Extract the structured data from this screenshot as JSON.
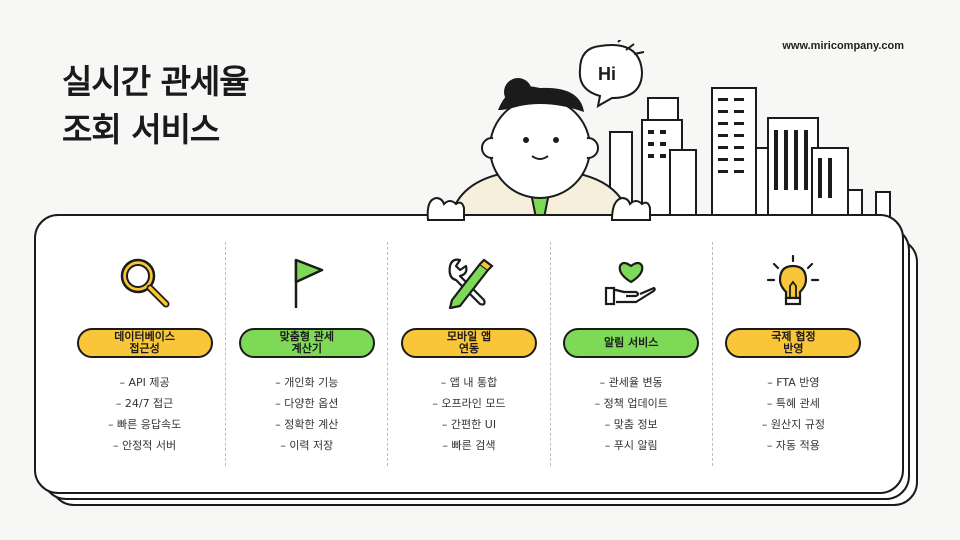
{
  "header": {
    "site_url": "www.miricompany.com",
    "title_line1": "실시간 관세율",
    "title_line2": "조회 서비스"
  },
  "speech_bubble": "Hi",
  "colors": {
    "yellow": "#f9c63a",
    "green": "#7ed957",
    "outline": "#1b1b1b",
    "background": "#f7f7f5"
  },
  "columns": [
    {
      "icon": "magnifier-icon",
      "label": "데이터베이스\n접근성",
      "color": "yellow",
      "items": [
        "API 제공",
        "24/7 접근",
        "빠른 응답속도",
        "안정적 서버"
      ]
    },
    {
      "icon": "flag-icon",
      "label": "맞춤형 관세\n계산기",
      "color": "green",
      "items": [
        "개인화 기능",
        "다양한 옵션",
        "정확한 계산",
        "이력 저장"
      ]
    },
    {
      "icon": "tools-icon",
      "label": "모바일 앱\n연동",
      "color": "yellow",
      "items": [
        "앱 내 통합",
        "오프라인 모드",
        "간편한 UI",
        "빠른 검색"
      ]
    },
    {
      "icon": "heart-hand-icon",
      "label": "알림 서비스",
      "color": "green",
      "items": [
        "관세율 변동",
        "정책 업데이트",
        "맞춤 정보",
        "푸시 알림"
      ]
    },
    {
      "icon": "lightbulb-icon",
      "label": "국제 협정\n반영",
      "color": "yellow",
      "items": [
        "FTA 반영",
        "특혜 관세",
        "원산지 규정",
        "자동 적용"
      ]
    }
  ]
}
